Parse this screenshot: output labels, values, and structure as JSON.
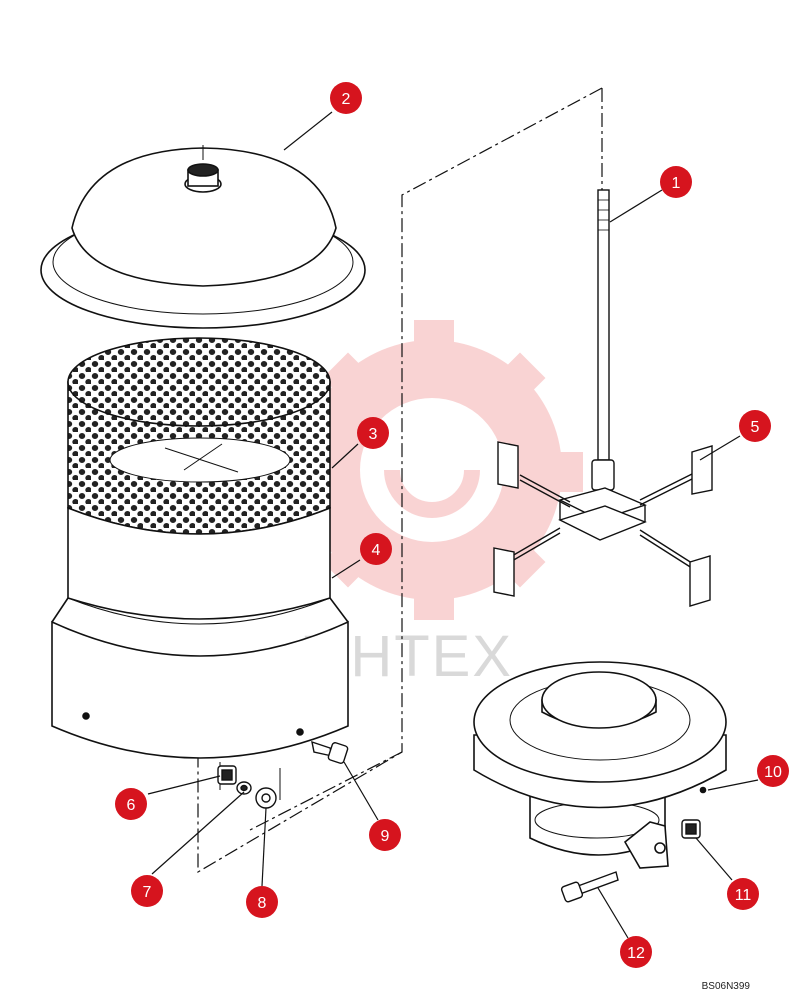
{
  "figure_code": "BS06N399",
  "watermark_text": "MHTEX",
  "callout_color": "#d6141e",
  "callouts": [
    {
      "label": "1",
      "part": "center-rod"
    },
    {
      "label": "2",
      "part": "cover"
    },
    {
      "label": "3",
      "part": "perforated-screen"
    },
    {
      "label": "4",
      "part": "housing-body"
    },
    {
      "label": "5",
      "part": "spider-bracket"
    },
    {
      "label": "6",
      "part": "nut"
    },
    {
      "label": "7",
      "part": "lock-washer"
    },
    {
      "label": "8",
      "part": "washer"
    },
    {
      "label": "9",
      "part": "bolt"
    },
    {
      "label": "10",
      "part": "base-assembly"
    },
    {
      "label": "11",
      "part": "nut"
    },
    {
      "label": "12",
      "part": "bolt"
    }
  ]
}
